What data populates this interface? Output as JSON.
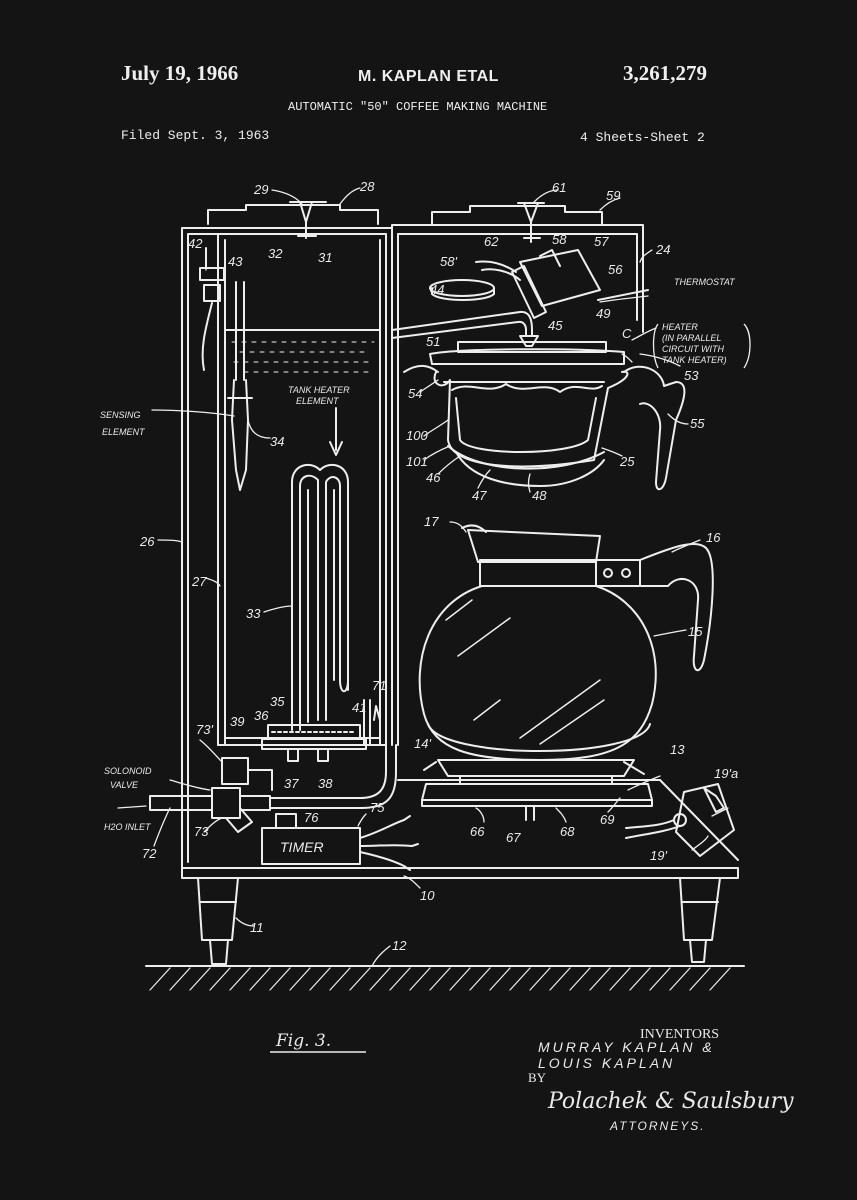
{
  "header": {
    "date": "July 19, 1966",
    "inventor_short": "M. KAPLAN ETAL",
    "patent_number": "3,261,279",
    "title": "AUTOMATIC \"50\" COFFEE MAKING MACHINE",
    "filed": "Filed Sept. 3, 1963",
    "sheets": "4 Sheets-Sheet 2"
  },
  "labels": {
    "thermostat": "THERMOSTAT",
    "heater_1": "HEATER",
    "heater_2": "(IN PARALLEL",
    "heater_3": "CIRCUIT WITH",
    "heater_4": "TANK HEATER)",
    "tank_heater_1": "TANK HEATER",
    "tank_heater_2": "ELEMENT",
    "sensing_1": "SENSING",
    "sensing_2": "ELEMENT",
    "solenoid_1": "SOLONOID",
    "solenoid_2": "VALVE",
    "h2o_inlet": "H2O INLET",
    "timer": "TIMER",
    "c_mark": "C"
  },
  "numbers": {
    "n29": "29",
    "n28": "28",
    "n61": "61",
    "n59": "59",
    "n42": "42",
    "n43": "43",
    "n32": "32",
    "n31": "31",
    "n62": "62",
    "n58": "58",
    "n57": "57",
    "n24": "24",
    "n58p": "58'",
    "n56": "56",
    "n44": "44",
    "n45": "45",
    "n49": "49",
    "n51": "51",
    "n53": "53",
    "n54": "54",
    "n55": "55",
    "n100": "100",
    "n101": "101",
    "n46": "46",
    "n47": "47",
    "n48": "48",
    "n25": "25",
    "n34": "34",
    "n26": "26",
    "n27": "27",
    "n17": "17",
    "n16": "16",
    "n33": "33",
    "n15": "15",
    "n35": "35",
    "n36": "36",
    "n39": "39",
    "n41": "41",
    "n71": "71",
    "n73p": "73'",
    "n14p": "14'",
    "n13": "13",
    "n19pa": "19'a",
    "n37": "37",
    "n38": "38",
    "n75": "75",
    "n76": "76",
    "n73": "73",
    "n72": "72",
    "n66": "66",
    "n67": "67",
    "n68": "68",
    "n69": "69",
    "n19p": "19'",
    "n10": "10",
    "n11": "11",
    "n12": "12"
  },
  "figure_caption": "Fig. 3.",
  "inventors": {
    "heading": "INVENTORS",
    "line1": "MURRAY KAPLAN &",
    "line2": "LOUIS KAPLAN",
    "by": "BY",
    "signature": "Polachek & Saulsbury",
    "attorneys": "ATTORNEYS."
  },
  "colors": {
    "background": "#151414",
    "ink": "#eeeeee"
  }
}
